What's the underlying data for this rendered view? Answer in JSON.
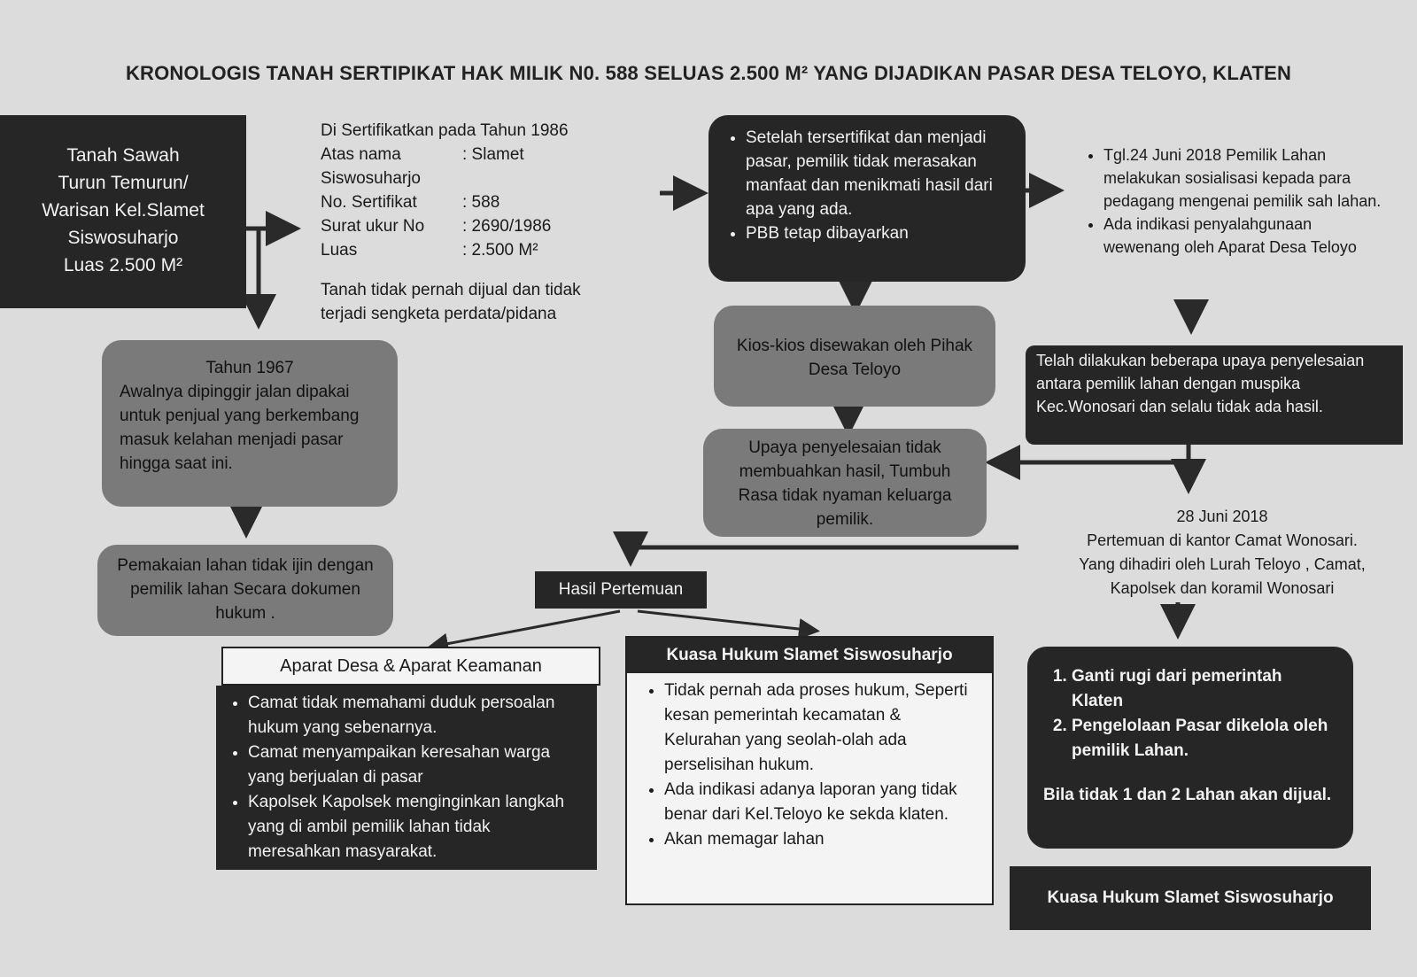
{
  "title": "KRONOLOGIS TANAH SERTIPIKAT HAK MILIK N0. 588 SELUAS 2.500 M² YANG DIJADIKAN PASAR DESA TELOYO, KLATEN",
  "origin_box": {
    "lines": [
      "Tanah Sawah",
      "Turun Temurun/",
      "Warisan Kel.Slamet",
      "Siswosuharjo",
      "Luas 2.500 M²"
    ]
  },
  "certificate": {
    "heading": "Di Sertifikatkan pada Tahun 1986",
    "fields": [
      {
        "key": "Atas nama",
        "value": ": Slamet"
      },
      {
        "key": "Siswosuharjo",
        "value": ""
      },
      {
        "key": "No. Sertifikat",
        "value": ": 588"
      },
      {
        "key": "Surat ukur No",
        "value": ": 2690/1986"
      },
      {
        "key": "Luas",
        "value": ": 2.500 M²"
      }
    ],
    "note": "Tanah tidak pernah dijual dan tidak terjadi sengketa perdata/pidana"
  },
  "year1967": {
    "heading": "Tahun 1967",
    "body": "Awalnya dipinggir jalan dipakai untuk penjual yang berkembang masuk kelahan menjadi pasar hingga saat ini."
  },
  "usage_box": {
    "text": "Pemakaian lahan tidak ijin dengan pemilik lahan Secara dokumen hukum ."
  },
  "after_cert": {
    "bullets": [
      "Setelah tersertifikat dan menjadi pasar, pemilik tidak merasakan manfaat dan menikmati hasil dari apa yang ada.",
      "PBB tetap dibayarkan"
    ]
  },
  "kiosk_box": {
    "text": "Kios-kios disewakan oleh Pihak Desa Teloyo"
  },
  "effort_box": {
    "text": "Upaya penyelesaian tidak membuahkan hasil, Tumbuh Rasa tidak nyaman keluarga pemilik."
  },
  "socialization": {
    "bullets": [
      "Tgl.24 Juni 2018 Pemilik Lahan melakukan sosialisasi kepada para pedagang mengenai pemilik sah lahan.",
      "Ada indikasi penyalahgunaan wewenang oleh Aparat Desa Teloyo"
    ]
  },
  "settlement_box": {
    "text": "Telah dilakukan beberapa upaya penyelesaian antara pemilik lahan dengan muspika Kec.Wonosari dan selalu tidak ada hasil."
  },
  "meeting": {
    "date": "28 Juni 2018",
    "lines": [
      "Pertemuan di kantor Camat Wonosari.",
      "Yang dihadiri oleh Lurah Teloyo , Camat,",
      "Kapolsek dan koramil Wonosari"
    ]
  },
  "result_label": "Hasil Pertemuan",
  "aparat": {
    "heading": "Aparat Desa & Aparat Keamanan",
    "bullets": [
      "Camat tidak memahami duduk persoalan hukum yang sebenarnya.",
      "Camat menyampaikan keresahan warga yang berjualan di pasar",
      "Kapolsek Kapolsek menginginkan langkah yang di ambil pemilik lahan tidak meresahkan masyarakat."
    ]
  },
  "kuasa": {
    "heading": "Kuasa Hukum Slamet Siswosuharjo",
    "bullets": [
      "Tidak pernah ada proses hukum, Seperti kesan pemerintah kecamatan & Kelurahan yang seolah-olah ada perselisihan hukum.",
      "Ada indikasi adanya laporan yang tidak benar dari Kel.Teloyo ke sekda klaten.",
      "Akan memagar lahan"
    ]
  },
  "demands": {
    "items": [
      "Ganti rugi dari pemerintah Klaten",
      "Pengelolaan Pasar dikelola oleh pemilik Lahan."
    ],
    "note": "Bila tidak 1 dan 2 Lahan akan dijual."
  },
  "footer_label": "Kuasa Hukum Slamet Siswosuharjo"
}
